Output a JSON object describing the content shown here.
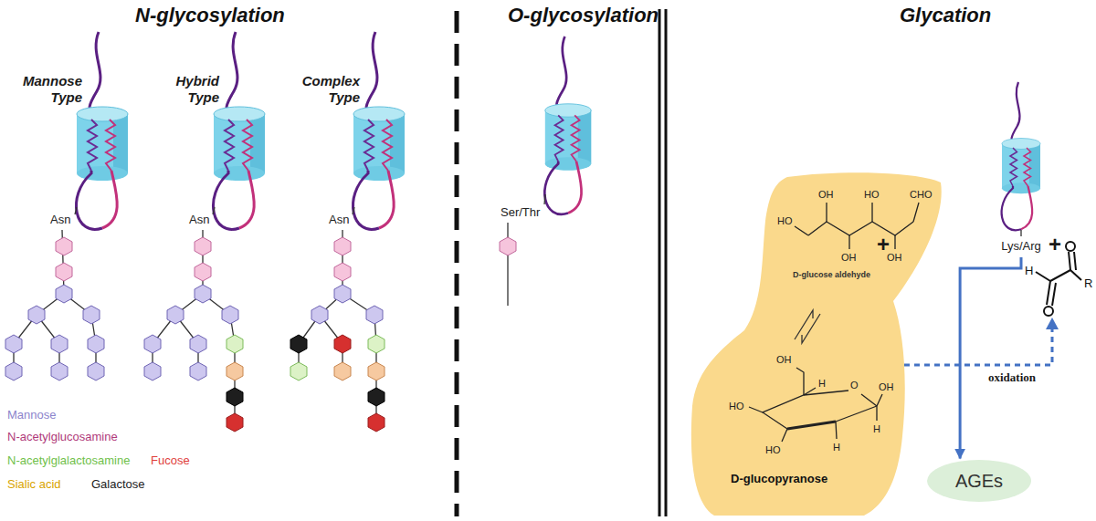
{
  "diagram": {
    "nodes": [
      {
        "text": [
          "D-glucose aldehyde",
          "D-glucopyranose"
        ]
      },
      {
        "text": [
          "Lys/Arg"
        ]
      },
      {
        "text": [
          "AGEs"
        ]
      }
    ],
    "edges": [
      {
        "from": 1,
        "to": 2,
        "arrow": "to"
      }
    ],
    "labels": [
      "N-glycosylation",
      "O-glycosylation",
      "Glycation",
      "Mannose Type",
      "Hybrid Type",
      "Complex Type",
      "Asn",
      "Asn",
      "Asn",
      "Ser/Thr",
      "+",
      "+",
      "H",
      "R",
      "oxidation",
      "HO",
      "OH",
      "OH",
      "HO",
      "OH",
      "CHO",
      "OH",
      "H",
      "O",
      "HO",
      "HO",
      "H",
      "OH",
      "H"
    ],
    "legend": [
      {
        "text": "Mannose",
        "color": "#8c84cc"
      },
      {
        "text": "N-acetylglucosamine",
        "color": "#b03a7a"
      },
      {
        "text": "N-acetylglalactosamine",
        "color": "#6fbf4a"
      },
      {
        "text": "Fucose",
        "color": "#e0403c"
      },
      {
        "text": "Sialic acid",
        "color": "#d9a400"
      },
      {
        "text": "Galactose",
        "color": "#222222"
      }
    ]
  }
}
